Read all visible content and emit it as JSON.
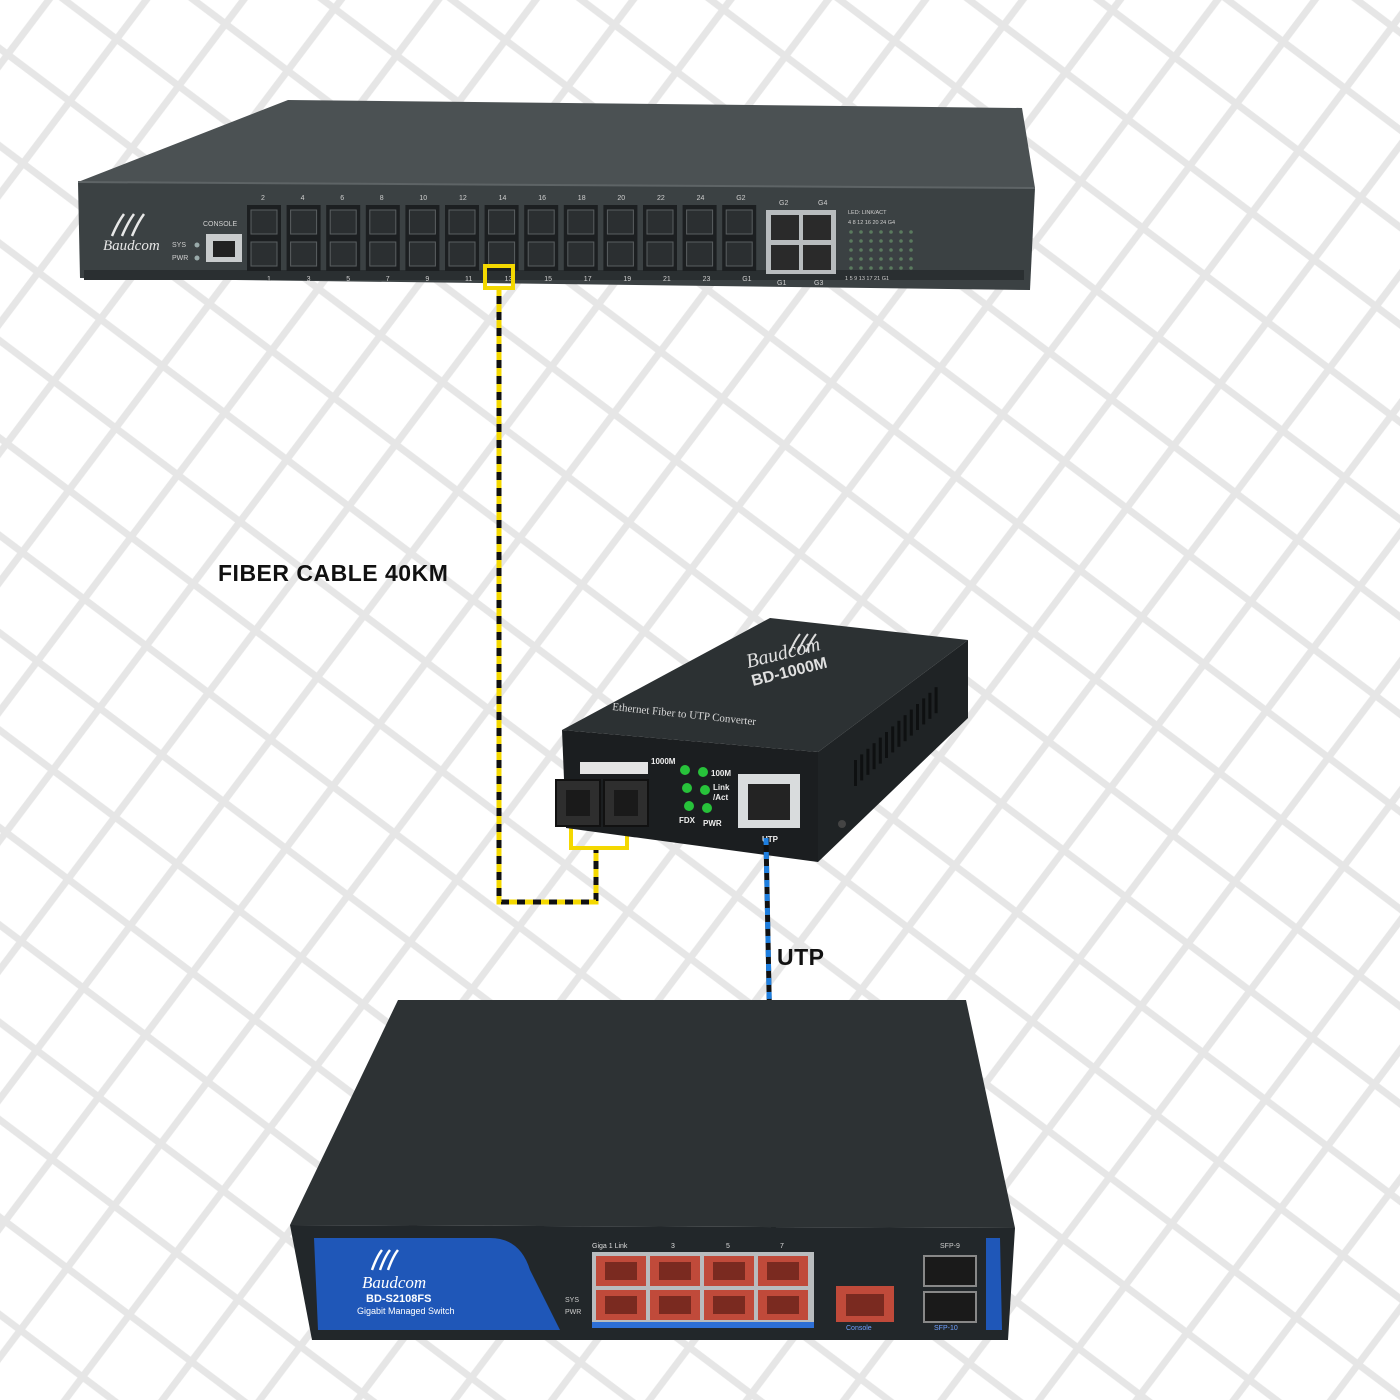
{
  "labels": {
    "fiber_cable": "FIBER CABLE 40KM",
    "utp": "UTP"
  },
  "core_switch": {
    "brand": "Baudcom",
    "console_label": "CONSOLE",
    "sys_label": "SYS",
    "pwr_label": "PWR",
    "top_port_numbers": [
      "2",
      "4",
      "6",
      "8",
      "10",
      "12",
      "14",
      "16",
      "18",
      "20",
      "22",
      "24",
      "G2"
    ],
    "bottom_port_numbers": [
      "1",
      "3",
      "5",
      "7",
      "9",
      "11",
      "13",
      "15",
      "17",
      "19",
      "21",
      "23",
      "G1"
    ],
    "combo_top_labels": [
      "G2",
      "G4"
    ],
    "combo_bottom_labels": [
      "G1",
      "G3"
    ],
    "led_header": "LED: LINK/ACT",
    "led_top_numbers": "4  8  12  16  20  24 G4",
    "led_bottom_numbers": "1  5  9  13  17  21 G1"
  },
  "media_converter": {
    "brand": "Baudcom",
    "model": "BD-1000M",
    "front_title": "Ethernet Fiber to UTP Converter",
    "led_1000m": "1000M",
    "led_100m": "100M",
    "led_link": "Link",
    "led_act": "/Act",
    "led_fdx": "FDX",
    "led_pwr": "PWR",
    "port_label": "UTP"
  },
  "edge_switch": {
    "brand": "Baudcom",
    "model": "BD-S2108FS",
    "subtitle": "Gigabit Managed Switch",
    "sys_label": "SYS",
    "pwr_label": "PWR",
    "port_header": "Giga  1  Link",
    "port_numbers_top": [
      "3",
      "5",
      "7"
    ],
    "console_label": "Console",
    "sfp_top": "SFP-9",
    "sfp_bottom": "SFP-10"
  },
  "colors": {
    "fiber_yellow": "#f4d800",
    "utp_blue": "#1e7fe0",
    "device_body": "#2f3436",
    "edge_switch_accent": "#1f57b8",
    "rj45_red": "#c04a3a",
    "led_green": "#27c23a"
  }
}
